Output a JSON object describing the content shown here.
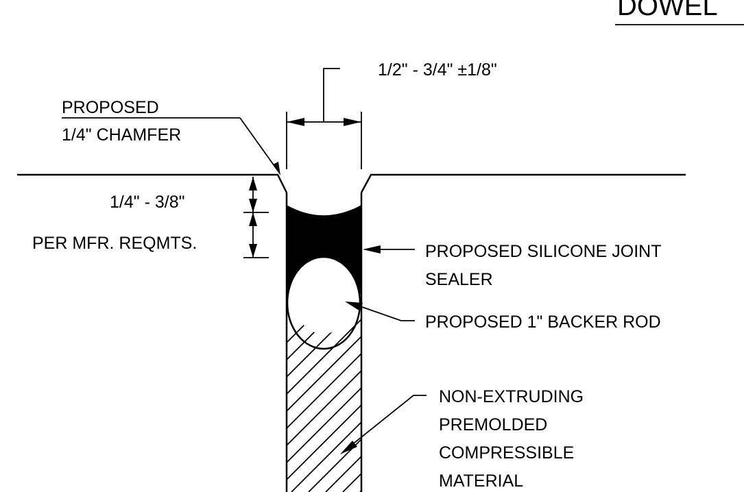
{
  "title": "DOWEL",
  "dimensions": {
    "joint_width": "1/2\" - 3/4\" ±1/8\"",
    "sealant_depth": "1/4\" - 3/8\"",
    "per_mfr": "PER MFR. REQMTS."
  },
  "callouts": {
    "chamfer_line1": "PROPOSED",
    "chamfer_line2": "1/4\" CHAMFER",
    "sealer_line1": "PROPOSED SILICONE JOINT",
    "sealer_line2": "SEALER",
    "backer_rod": "PROPOSED 1\" BACKER ROD",
    "filler_line1": "NON-EXTRUDING",
    "filler_line2": "PREMOLDED",
    "filler_line3": "COMPRESSIBLE",
    "filler_line4": "MATERIAL"
  },
  "colors": {
    "line": "#000000",
    "background": "#ffffff"
  }
}
